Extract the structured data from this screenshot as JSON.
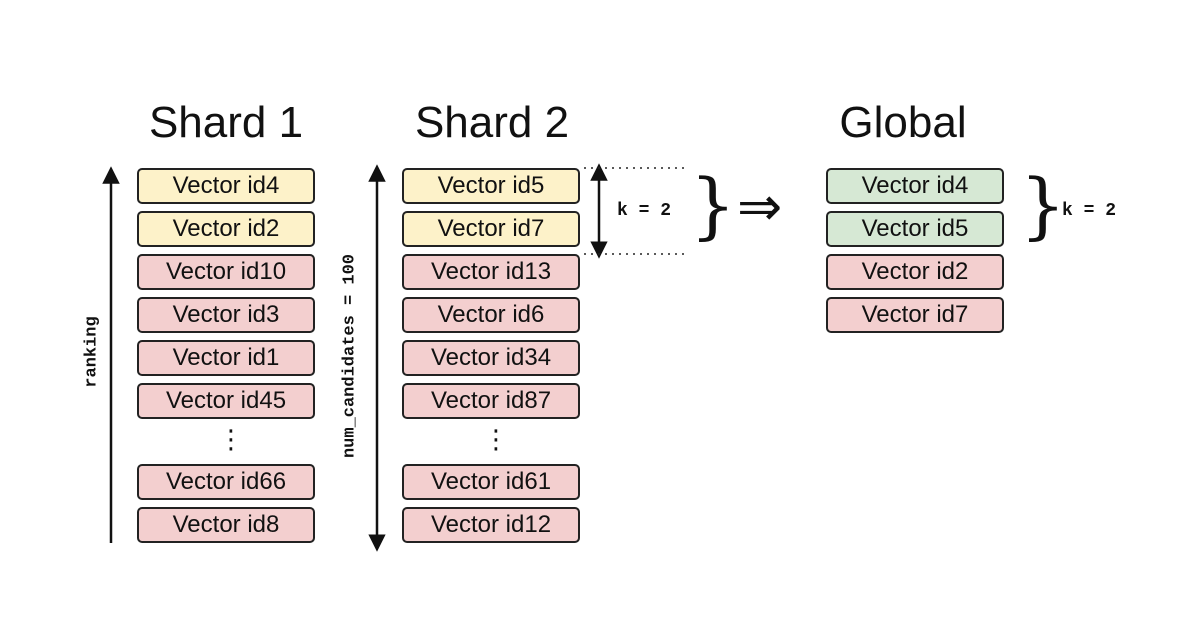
{
  "shard1": {
    "title": "Shard 1",
    "axis_label": "ranking",
    "items_top": [
      {
        "label": "Vector id4",
        "color": "yellow"
      },
      {
        "label": "Vector id2",
        "color": "yellow"
      },
      {
        "label": "Vector id10",
        "color": "pink"
      },
      {
        "label": "Vector id3",
        "color": "pink"
      },
      {
        "label": "Vector id1",
        "color": "pink"
      },
      {
        "label": "Vector id45",
        "color": "pink"
      }
    ],
    "ellipsis": "⋮",
    "items_bottom": [
      {
        "label": "Vector id66",
        "color": "pink"
      },
      {
        "label": "Vector id8",
        "color": "pink"
      }
    ]
  },
  "shard2": {
    "title": "Shard 2",
    "axis_label": "num_candidates = 100",
    "items_top": [
      {
        "label": "Vector id5",
        "color": "yellow"
      },
      {
        "label": "Vector id7",
        "color": "yellow"
      },
      {
        "label": "Vector id13",
        "color": "pink"
      },
      {
        "label": "Vector id6",
        "color": "pink"
      },
      {
        "label": "Vector id34",
        "color": "pink"
      },
      {
        "label": "Vector id87",
        "color": "pink"
      }
    ],
    "ellipsis": "⋮",
    "items_bottom": [
      {
        "label": "Vector id61",
        "color": "pink"
      },
      {
        "label": "Vector id12",
        "color": "pink"
      }
    ],
    "k_label": "k = 2"
  },
  "global": {
    "title": "Global",
    "items": [
      {
        "label": "Vector id4",
        "color": "green"
      },
      {
        "label": "Vector id5",
        "color": "green"
      },
      {
        "label": "Vector id2",
        "color": "pink"
      },
      {
        "label": "Vector id7",
        "color": "pink"
      }
    ],
    "k_label": "k = 2"
  },
  "implies_symbol": "⇒",
  "brace_symbol": "}",
  "colors": {
    "yellow": "#fdf2c9",
    "pink": "#f3cfcf",
    "green": "#d6e8d4",
    "border": "#222222"
  }
}
